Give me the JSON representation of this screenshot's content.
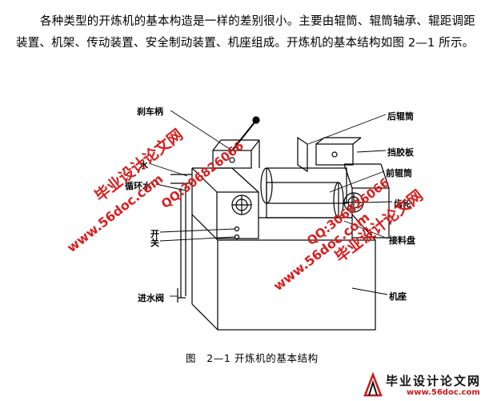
{
  "paragraph": "各种类型的开炼机的基本构造是一样的差别很小。主要由辊筒、辊筒轴承、辊距调距装置、机架、传动装置、安全制动装置、机座组成。开炼机的基本结构如图 2—1 所示。",
  "labels": {
    "brake_handle": "刹车柄",
    "water": "水",
    "circulating_water": "循环水",
    "switch_1": "开",
    "switch_2": "关",
    "inlet_valve": "进水阀",
    "rear_roller": "后辊筒",
    "baffle": "挡胶板",
    "front_roller": "前辊筒",
    "gear": "齿轮",
    "tray": "接料盘",
    "base": "机座"
  },
  "watermarks": {
    "title": "毕业设计论文网",
    "qq": "QQ:306826066",
    "url": "www.56doc.com"
  },
  "caption": "图　2—1 开炼机的基本结构",
  "logo": {
    "text": "毕业设计论文网",
    "url": "www.56doc.com"
  }
}
